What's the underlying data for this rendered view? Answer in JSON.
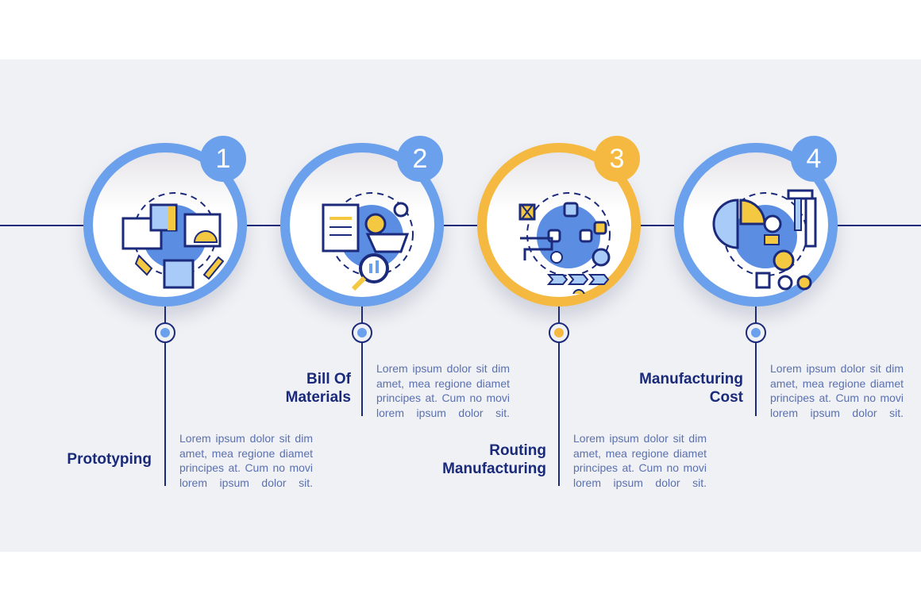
{
  "colors": {
    "blue": "#6aa0ec",
    "yellow": "#f5b941",
    "navy": "#1b2a7a",
    "text": "#5a70b0"
  },
  "steps": [
    {
      "number": "1",
      "title": "Prototyping",
      "description": "Lorem ipsum dolor sit dim amet, mea regione diamet principes at. Cum no movi lorem ipsum dolor sit.",
      "icon": "prototyping-icon"
    },
    {
      "number": "2",
      "title": "Bill Of Materials",
      "description": "Lorem ipsum dolor sit dim amet, mea regione diamet principes at. Cum no movi lorem ipsum dolor sit.",
      "icon": "bill-of-materials-icon"
    },
    {
      "number": "3",
      "title": "Routing Manufacturing",
      "description": "Lorem ipsum dolor sit dim amet, mea regione diamet principes at. Cum no movi lorem ipsum dolor sit.",
      "icon": "routing-icon"
    },
    {
      "number": "4",
      "title": "Manufacturing Cost",
      "description": "Lorem ipsum dolor sit dim amet, mea regione diamet principes at. Cum no movi lorem ipsum dolor sit.",
      "icon": "cost-icon"
    }
  ]
}
